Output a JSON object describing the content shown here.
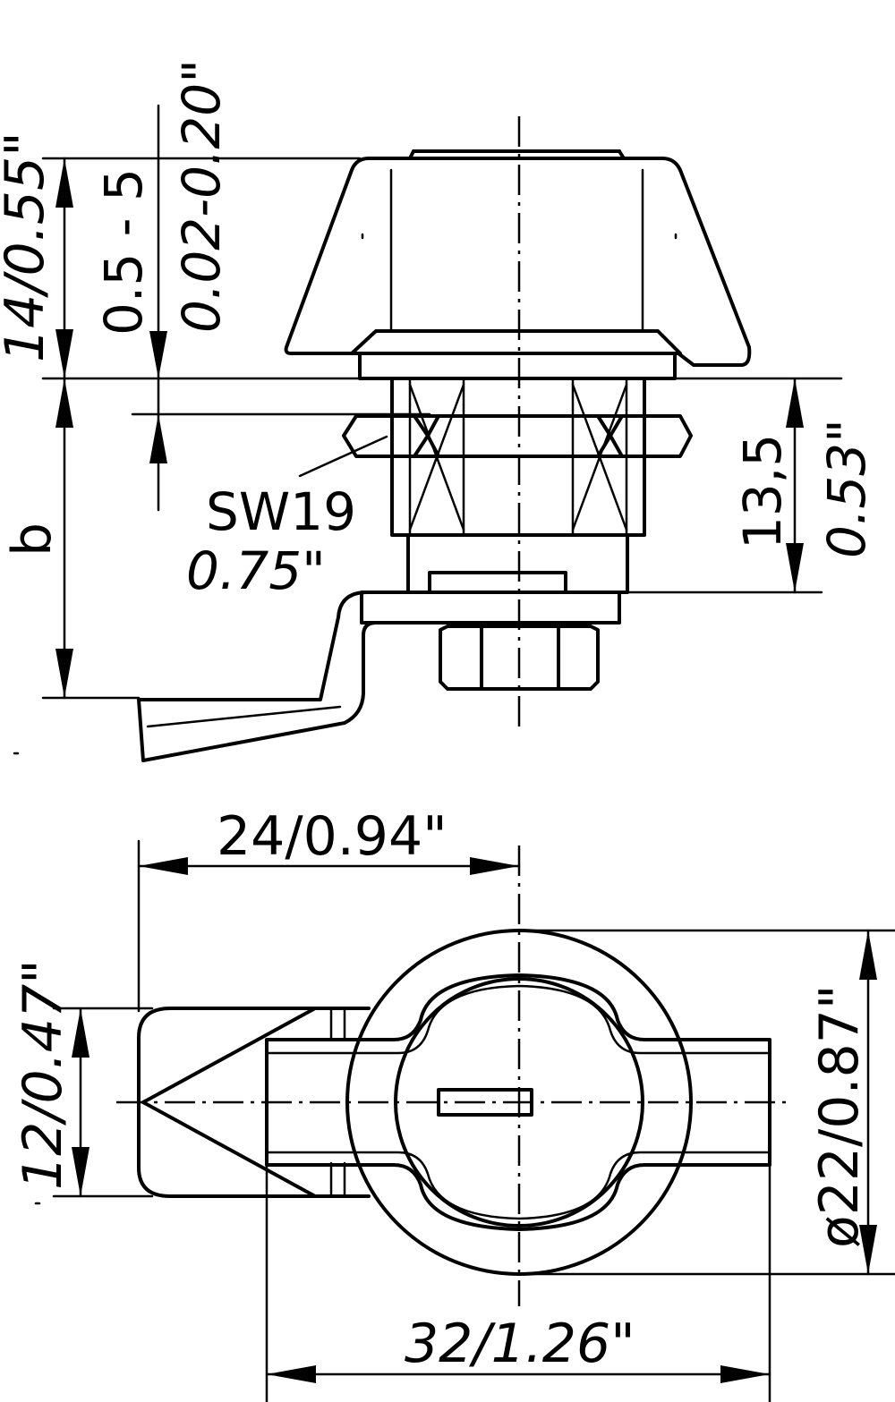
{
  "dimensions": {
    "top_height": "14/0.55\"",
    "thickness_mm": "0.5 - 5",
    "thickness_in": "0.02-0.20\"",
    "wrench_size_mm": "SW19",
    "wrench_size_in": "0.75\"",
    "variable_length": "b",
    "body_height_mm": "13,5",
    "body_height_in": "0.53\"",
    "lever_reach": "24/0.94\"",
    "lever_width": "12/0.47\"",
    "head_diameter": "ø22/0.87\"",
    "total_width": "32/1.26\""
  }
}
